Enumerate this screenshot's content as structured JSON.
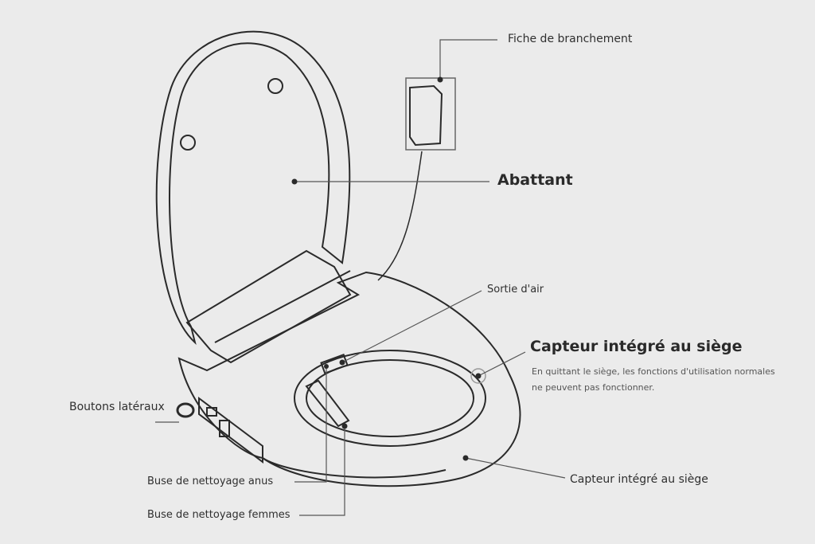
{
  "labels": {
    "plug": "Fiche de branchement",
    "lid": "Abattant",
    "air_outlet": "Sortie d'air",
    "seat_sensor_title": "Capteur intégré au siège",
    "seat_sensor_desc": "En quittant  le siège, les fonctions d'utilisation normales ne peuvent pas fonctionner.",
    "side_buttons": "Boutons latéraux",
    "nozzle_anus": "Buse de nettoyage anus",
    "nozzle_women": "Buse de nettoyage femmes",
    "seat_sensor_bottom": "Capteur intégré au siège"
  },
  "colors": {
    "background": "#ebebeb",
    "line": "#2a2a2a",
    "leader": "#555555"
  }
}
